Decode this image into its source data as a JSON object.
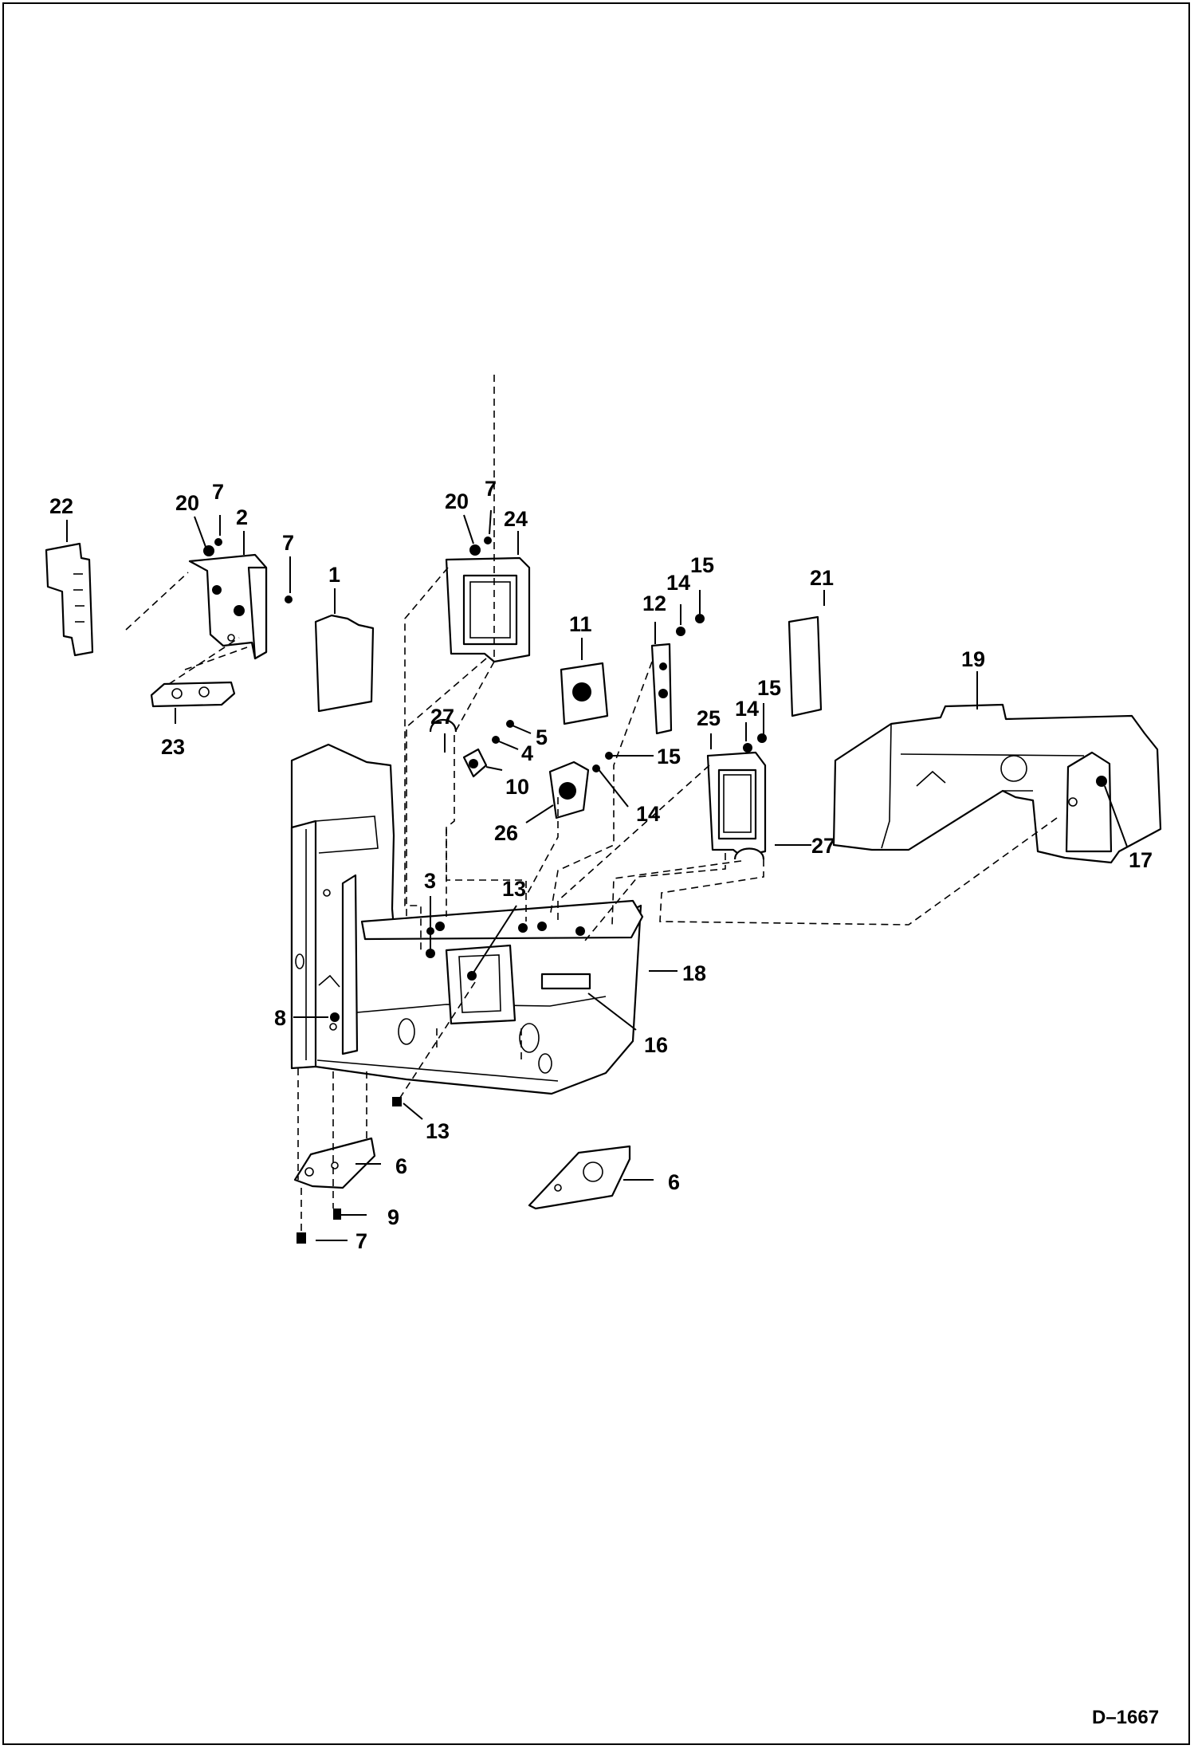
{
  "figure_id": "D–1667",
  "callouts": [
    {
      "label": "22"
    },
    {
      "label": "20"
    },
    {
      "label": "7"
    },
    {
      "label": "2"
    },
    {
      "label": "7"
    },
    {
      "label": "23"
    },
    {
      "label": "1"
    },
    {
      "label": "20"
    },
    {
      "label": "7"
    },
    {
      "label": "24"
    },
    {
      "label": "27"
    },
    {
      "label": "5"
    },
    {
      "label": "4"
    },
    {
      "label": "10"
    },
    {
      "label": "11"
    },
    {
      "label": "26"
    },
    {
      "label": "12"
    },
    {
      "label": "14"
    },
    {
      "label": "15"
    },
    {
      "label": "15"
    },
    {
      "label": "14"
    },
    {
      "label": "21"
    },
    {
      "label": "25"
    },
    {
      "label": "14"
    },
    {
      "label": "15"
    },
    {
      "label": "27"
    },
    {
      "label": "19"
    },
    {
      "label": "17"
    },
    {
      "label": "3"
    },
    {
      "label": "13"
    },
    {
      "label": "18"
    },
    {
      "label": "8"
    },
    {
      "label": "16"
    },
    {
      "label": "13"
    },
    {
      "label": "6"
    },
    {
      "label": "6"
    },
    {
      "label": "9"
    },
    {
      "label": "7"
    }
  ]
}
